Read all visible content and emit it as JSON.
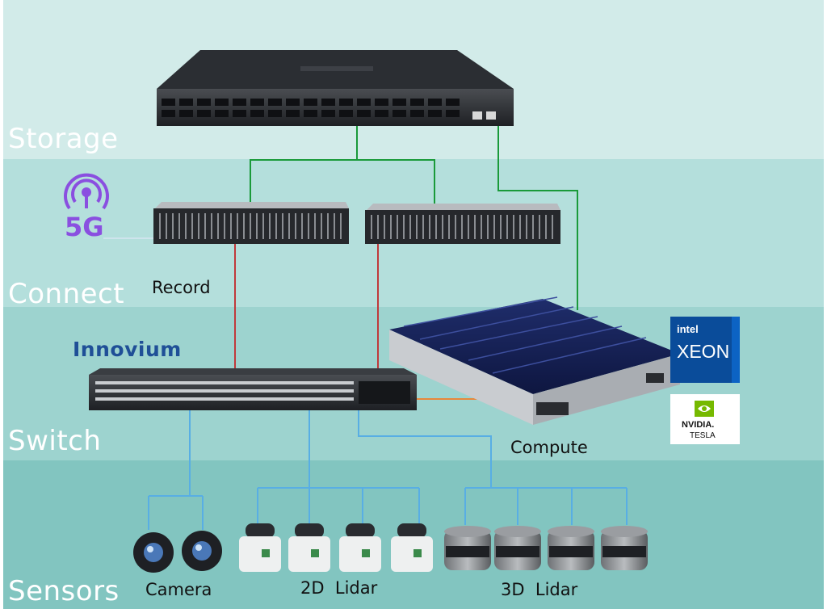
{
  "layers": {
    "storage": "Storage",
    "connect": "Connect",
    "switch": "Switch",
    "sensors": "Sensors"
  },
  "labels": {
    "record": "Record",
    "compute": "Compute",
    "camera": "Camera",
    "lidar_2d": "2D  Lidar",
    "lidar_3d": "3D  Lidar"
  },
  "logos": {
    "innovium": "Innovium",
    "intel": "intel",
    "xeon": "XEON",
    "nvidia": "NVIDIA.",
    "tesla": "TESLA",
    "five_g": "5G"
  },
  "colors": {
    "band_storage": "#d2ebe9",
    "band_connect": "#b4dfdc",
    "band_switch": "#9dd3cf",
    "band_sensors": "#82c5c0",
    "link_green": "#1a9a3a",
    "link_red": "#c0393b",
    "link_blue": "#58aee4",
    "link_orange": "#e8873a"
  }
}
